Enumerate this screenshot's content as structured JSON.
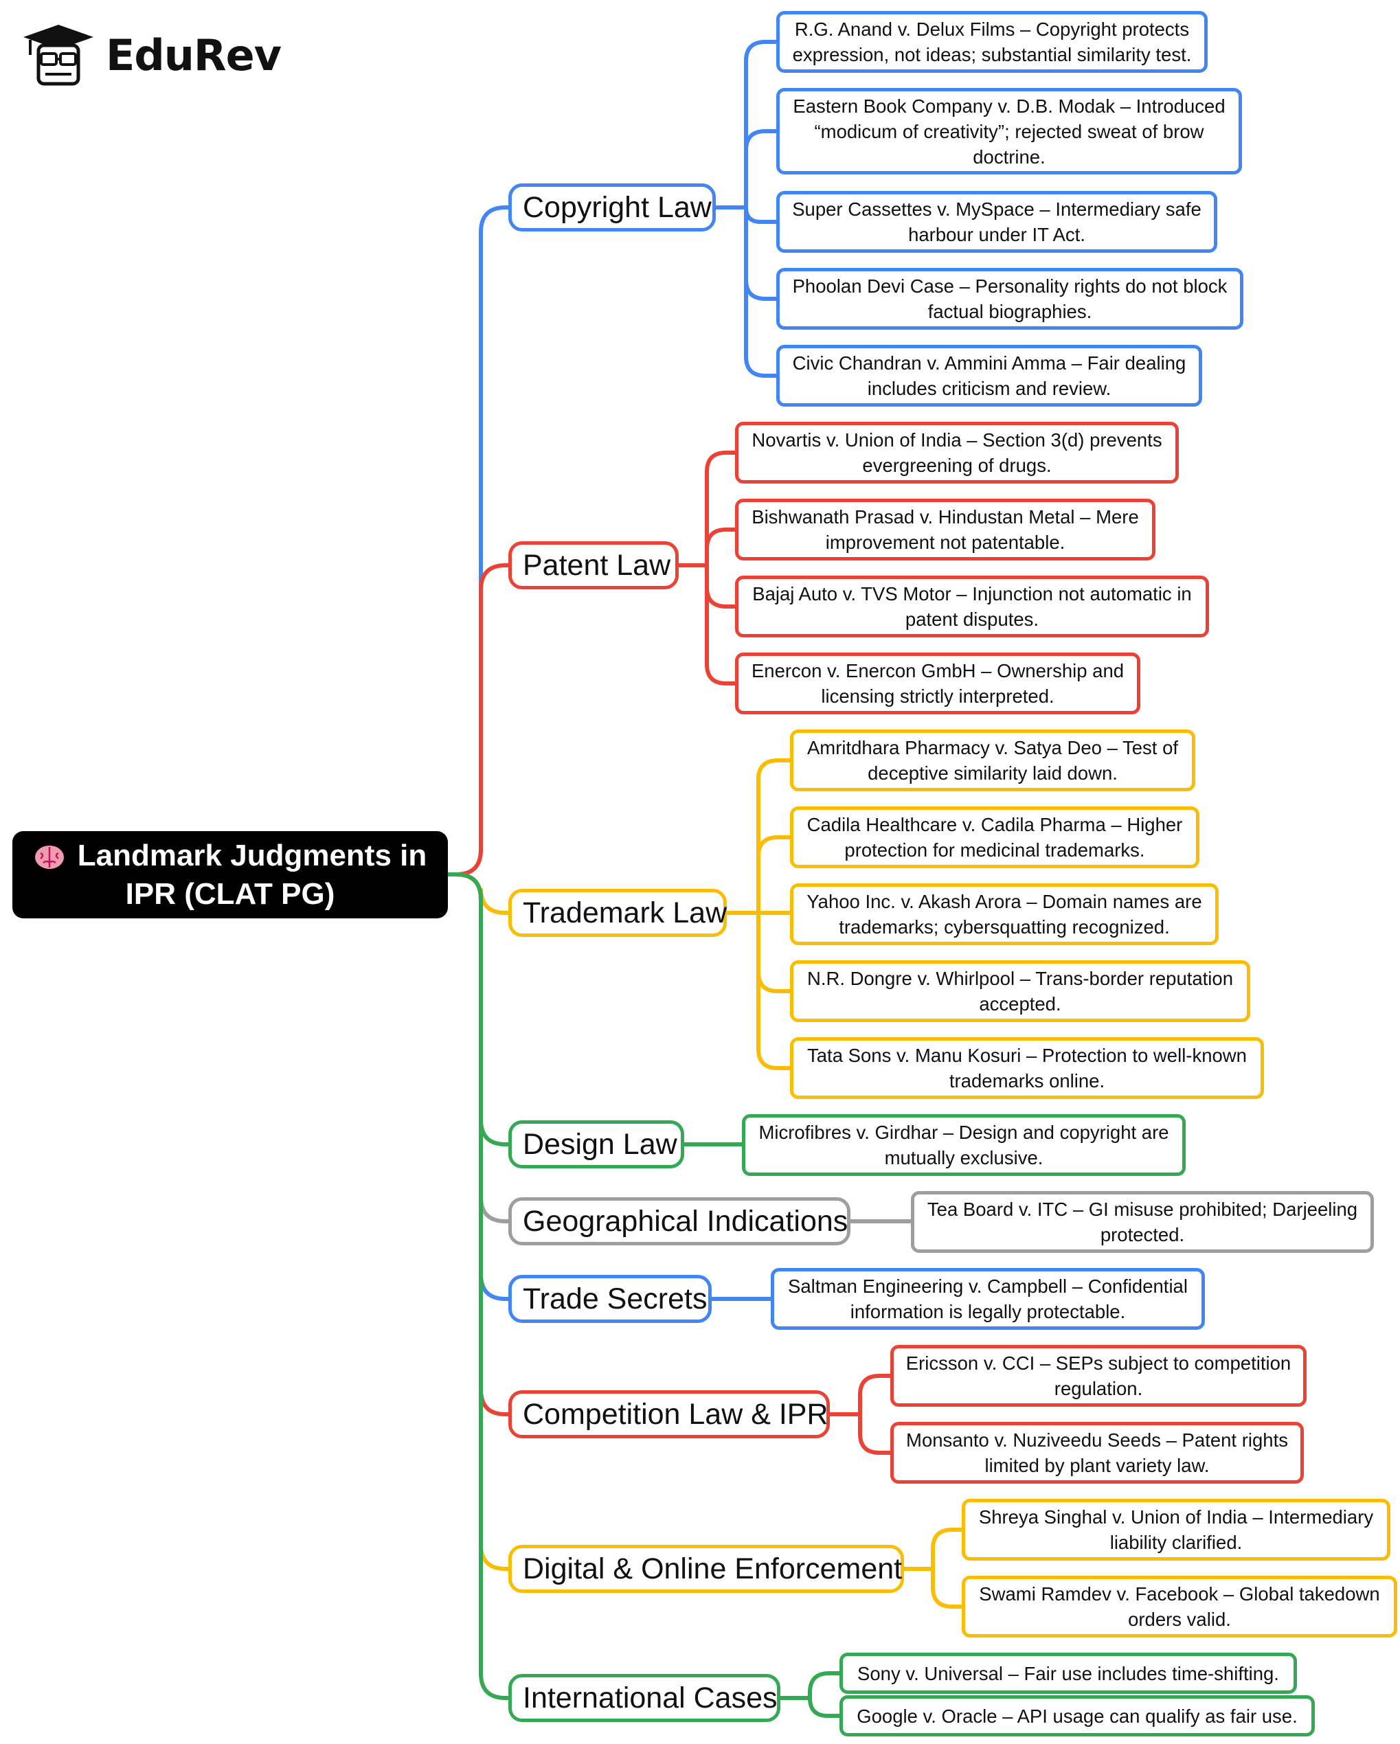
{
  "brand": {
    "name": "EduRev"
  },
  "root": {
    "line1": "Landmark Judgments in",
    "line2": "IPR (CLAT PG)",
    "icon": "brain-icon"
  },
  "colors": {
    "blue": "#4285f4",
    "red": "#ea4335",
    "yellow": "#fbbc04",
    "green": "#34a853",
    "gray": "#9e9e9e"
  },
  "topics": [
    {
      "label": "Copyright Law",
      "color": "#4285f4",
      "cases": [
        "R.G. Anand v. Delux Films – Copyright protects expression, not ideas; substantial similarity test.",
        "Eastern Book Company v. D.B. Modak – Introduced “modicum of creativity”; rejected sweat of brow doctrine.",
        "Super Cassettes v. MySpace – Intermediary safe harbour under IT Act.",
        "Phoolan Devi Case – Personality rights do not block factual biographies.",
        "Civic Chandran v. Ammini Amma – Fair dealing includes criticism and review."
      ]
    },
    {
      "label": "Patent Law",
      "color": "#ea4335",
      "cases": [
        "Novartis v. Union of India – Section 3(d) prevents evergreening of drugs.",
        "Bishwanath Prasad v. Hindustan Metal – Mere improvement not patentable.",
        "Bajaj Auto v. TVS Motor – Injunction not automatic in patent disputes.",
        "Enercon v. Enercon GmbH – Ownership and licensing strictly interpreted."
      ]
    },
    {
      "label": "Trademark Law",
      "color": "#fbbc04",
      "cases": [
        "Amritdhara Pharmacy v. Satya Deo – Test of deceptive similarity laid down.",
        "Cadila Healthcare v. Cadila Pharma – Higher protection for medicinal trademarks.",
        "Yahoo Inc. v. Akash Arora – Domain names are trademarks; cybersquatting recognized.",
        "N.R. Dongre v. Whirlpool – Trans-border reputation accepted.",
        "Tata Sons v. Manu Kosuri – Protection to well-known trademarks online."
      ]
    },
    {
      "label": "Design Law",
      "color": "#34a853",
      "cases": [
        "Microfibres v. Girdhar – Design and copyright are mutually exclusive."
      ]
    },
    {
      "label": "Geographical Indications",
      "color": "#9e9e9e",
      "cases": [
        "Tea Board v. ITC – GI misuse prohibited; Darjeeling protected."
      ]
    },
    {
      "label": "Trade Secrets",
      "color": "#4285f4",
      "cases": [
        "Saltman Engineering v. Campbell – Confidential information is legally protectable."
      ]
    },
    {
      "label": "Competition Law & IPR",
      "color": "#ea4335",
      "cases": [
        "Ericsson v. CCI – SEPs subject to competition regulation.",
        "Monsanto v. Nuziveedu Seeds – Patent rights limited by plant variety law."
      ]
    },
    {
      "label": "Digital & Online Enforcement",
      "color": "#fbbc04",
      "cases": [
        "Shreya Singhal v. Union of India – Intermediary liability clarified.",
        "Swami Ramdev v. Facebook – Global takedown orders valid."
      ]
    },
    {
      "label": "International Cases",
      "color": "#34a853",
      "cases": [
        "Sony v. Universal – Fair use includes time-shifting.",
        "Google v. Oracle – API usage can qualify as fair use."
      ]
    }
  ]
}
